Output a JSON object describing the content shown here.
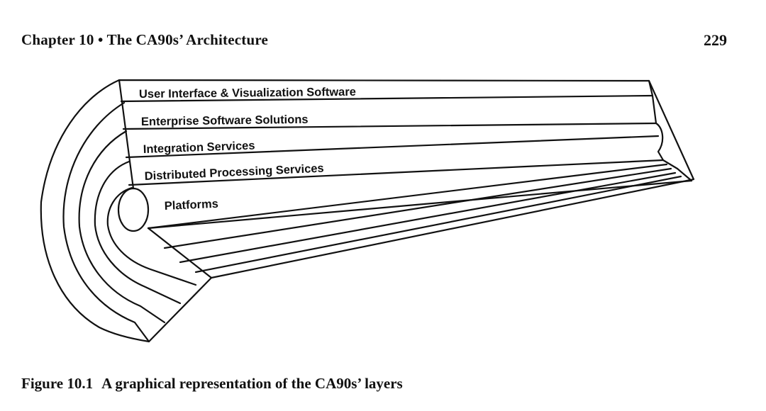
{
  "header": {
    "running_head": "Chapter 10 • The CA90s’ Architecture",
    "page_number": "229"
  },
  "figure": {
    "layers": [
      "User Interface & Visualization Software",
      "Enterprise Software Solutions",
      "Integration Services",
      "Distributed Processing Services",
      "Platforms"
    ],
    "caption_number": "Figure 10.1",
    "caption_text": "A graphical representation of the CA90s’ layers"
  }
}
